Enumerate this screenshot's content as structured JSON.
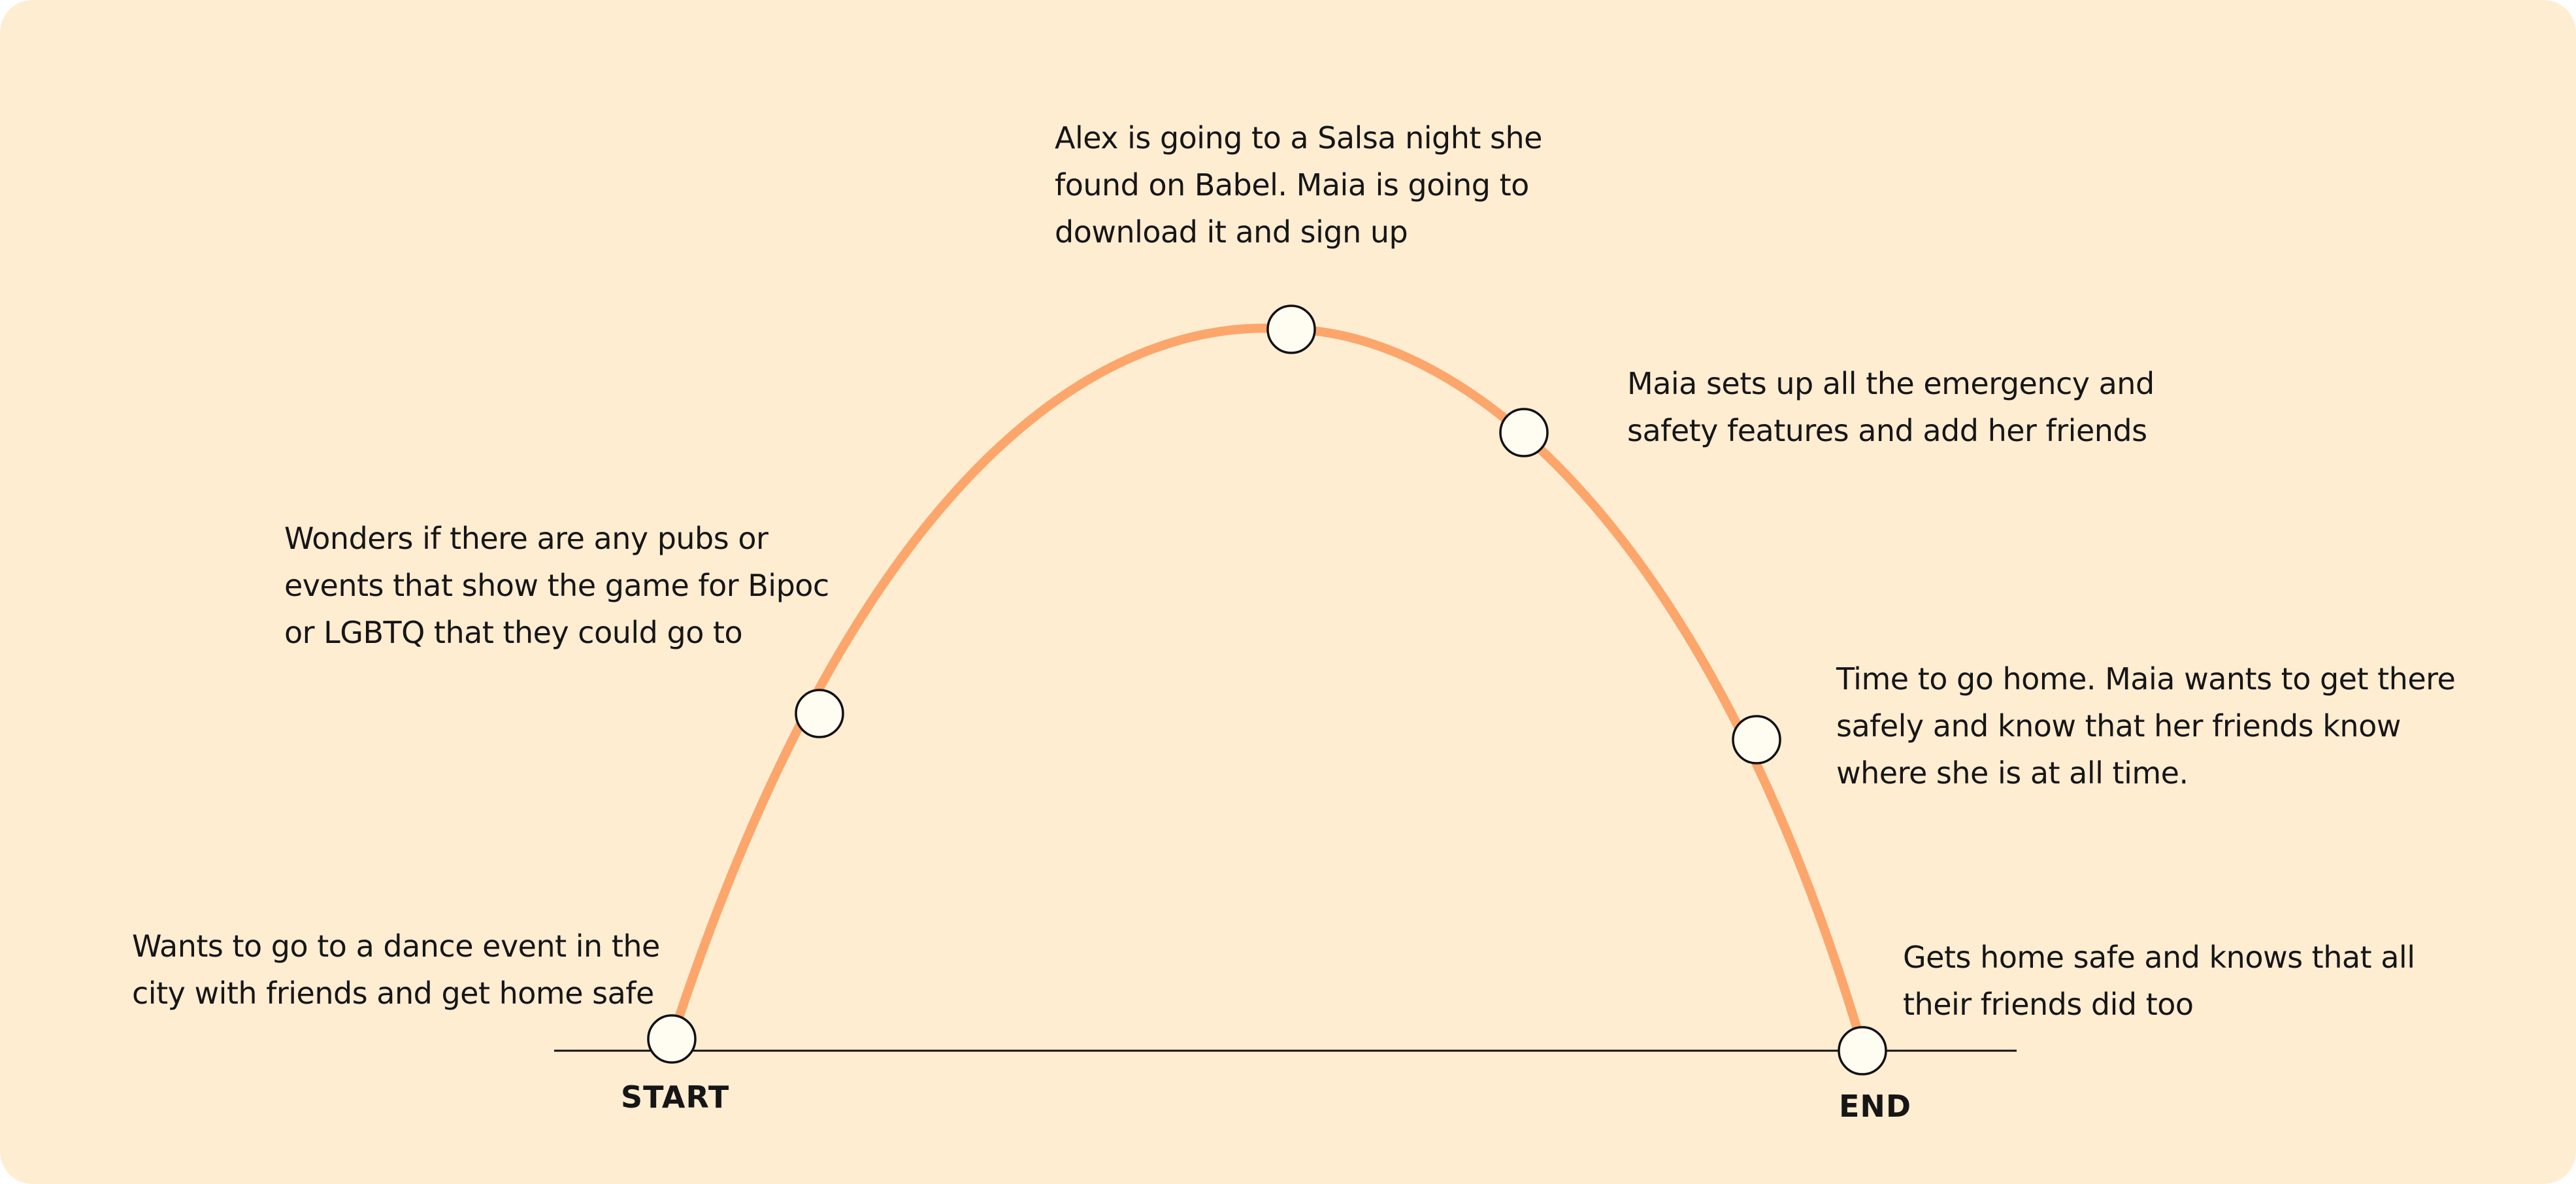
{
  "colors": {
    "background": "#ffedd2",
    "curve": "#fca66c",
    "axis": "#111111",
    "node_fill": "#fffdf2",
    "node_stroke": "#111111",
    "text": "#161616"
  },
  "axis": {
    "start_label": "START",
    "end_label": "END"
  },
  "steps": [
    {
      "id": "start",
      "lines": [
        "Wants to go to a dance event in the",
        "city with friends and get home safe"
      ]
    },
    {
      "id": "wonders",
      "lines": [
        "Wonders if there are any pubs or",
        "events that show the game for Bipoc",
        "or LGBTQ that they could go to"
      ]
    },
    {
      "id": "peak",
      "lines": [
        "Alex is going to a Salsa night she",
        "found on Babel. Maia is going to",
        "download it and sign up"
      ]
    },
    {
      "id": "setup",
      "lines": [
        "Maia sets up all the emergency and",
        "safety features and add her friends"
      ]
    },
    {
      "id": "home",
      "lines": [
        "Time to go home. Maia wants to get there",
        "safely and know that her friends know",
        "where she is at all time."
      ]
    },
    {
      "id": "end",
      "lines": [
        "Gets home safe and knows that all",
        "their friends did too"
      ]
    }
  ]
}
